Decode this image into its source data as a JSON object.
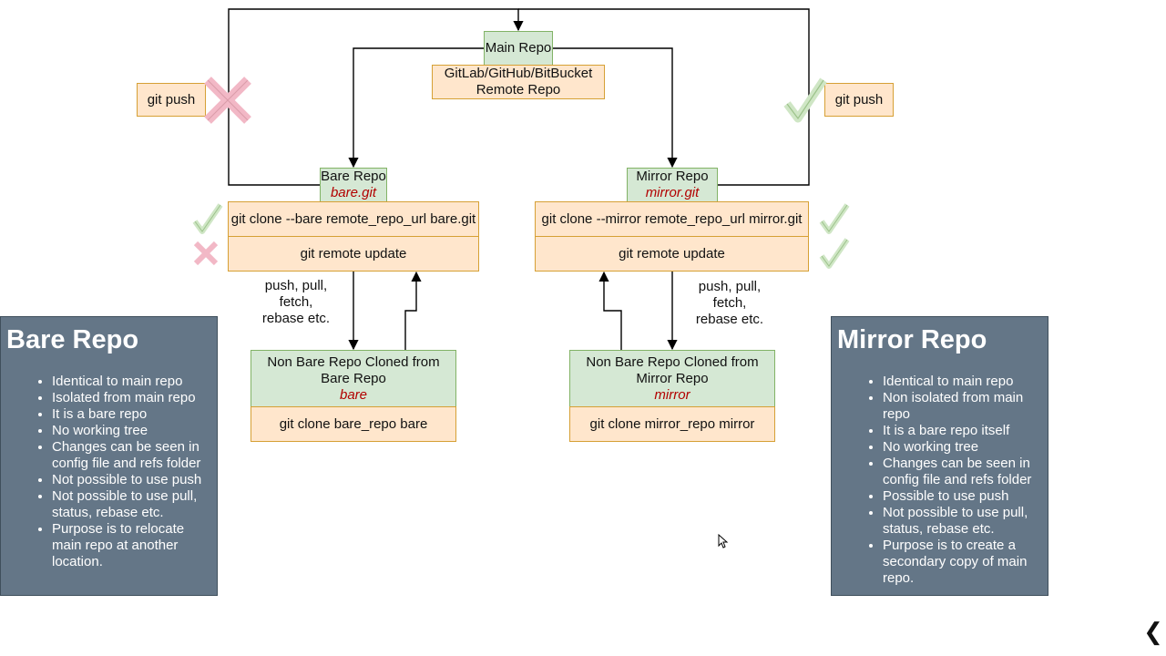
{
  "main_repo": {
    "title": "Main Repo",
    "subtitle": "GitLab/GitHub/BitBucket Remote Repo"
  },
  "bare": {
    "push_label": "git push",
    "title": "Bare Repo",
    "file": "bare.git",
    "clone_cmd": "git clone --bare remote_repo_url bare.git",
    "update_cmd": "git remote update",
    "ops_label": "push, pull, fetch, rebase etc.",
    "child_title": "Non Bare Repo Cloned from Bare Repo",
    "child_name": "bare",
    "child_cmd": "git clone bare_repo bare"
  },
  "mirror": {
    "push_label": "git push",
    "title": "Mirror Repo",
    "file": "mirror.git",
    "clone_cmd": "git clone --mirror remote_repo_url mirror.git",
    "update_cmd": "git remote update",
    "ops_label": "push, pull, fetch, rebase etc.",
    "child_title": "Non Bare Repo Cloned from Mirror Repo",
    "child_name": "mirror",
    "child_cmd": "git clone mirror_repo mirror"
  },
  "panels": {
    "bare": {
      "heading": "Bare Repo",
      "items": [
        "Identical to main repo",
        "Isolated from main repo",
        "It is a bare repo",
        "No working tree",
        "Changes can be seen in config file and refs folder",
        "Not possible to use push",
        "Not possible to use pull, status, rebase etc.",
        "Purpose is to relocate main repo at another location."
      ]
    },
    "mirror": {
      "heading": "Mirror Repo",
      "items": [
        "Identical to main repo",
        "Non isolated from main repo",
        "It is a bare repo itself",
        "No working tree",
        "Changes can be seen in config file and refs folder",
        "Possible to use push",
        "Not possible to use pull, status, rebase etc.",
        "Purpose is to create a secondary copy of main repo."
      ]
    }
  },
  "marks": {
    "bare_push": "cross",
    "mirror_push": "check",
    "bare_clone": "check",
    "bare_update": "cross",
    "mirror_clone": "check",
    "mirror_update": "check"
  },
  "colors": {
    "green_fill": "#d5e8d4",
    "green_border": "#82b366",
    "orange_fill": "#ffe6cc",
    "orange_border": "#d6a035",
    "panel_fill": "#647687",
    "file_text": "#b20000"
  },
  "nav": {
    "icon": "chevron-left-icon",
    "glyph": "❮"
  }
}
